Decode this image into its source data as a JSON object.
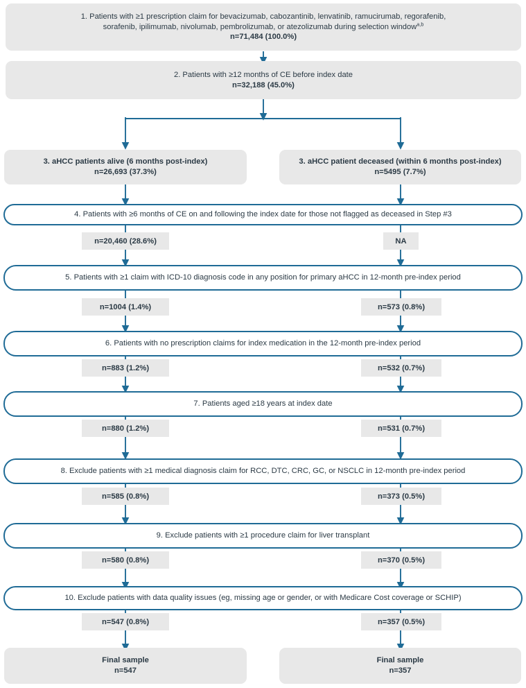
{
  "diagram": {
    "title": "Patient attrition flow diagram",
    "colors": {
      "box_fill_gray": "#e8e8e8",
      "box_border_blue": "#1f6b96",
      "arrow_blue": "#1f6b96",
      "text": "#2b3a45",
      "background": "#ffffff"
    }
  },
  "steps": {
    "step1": {
      "line1": "1. Patients with ≥1 prescription claim for bevacizumab, cabozantinib, lenvatinib, ramucirumab, regorafenib,",
      "line2": "sorafenib, ipilimumab, nivolumab, pembrolizumab, or atezolizumab during selection window",
      "superscript": "a,b",
      "count": "n=71,484 (100.0%)"
    },
    "step2": {
      "line1": "2. Patients with ≥12 months of CE before index date",
      "count": "n=32,188 (45.0%)"
    },
    "step3_alive": {
      "line1": "3. aHCC patients alive (6 months post-index)",
      "count": "n=26,693 (37.3%)"
    },
    "step3_deceased": {
      "line1": "3. aHCC patient deceased (within 6 months post-index)",
      "count": "n=5495 (7.7%)"
    },
    "step4": {
      "line1": "4. Patients with ≥6 months of CE on and following the index date for those not flagged as deceased in Step #3"
    },
    "step5": {
      "line1": "5. Patients with ≥1 claim with ICD-10 diagnosis code in any position for primary aHCC in 12-month pre-index period"
    },
    "step6": {
      "line1": "6. Patients with no prescription claims for index medication in the 12-month pre-index period"
    },
    "step7": {
      "line1": "7. Patients aged ≥18 years at index date"
    },
    "step8": {
      "line1": "8. Exclude patients with ≥1 medical diagnosis claim for RCC, DTC, CRC, GC, or NSCLC in 12-month pre-index period"
    },
    "step9": {
      "line1": "9. Exclude patients with ≥1 procedure claim for liver transplant"
    },
    "step10": {
      "line1": "10. Exclude patients with data quality issues (eg, missing age or gender, or with Medicare Cost coverage or SCHIP)"
    },
    "final_left": {
      "line1": "Final sample",
      "count": "n=547"
    },
    "final_right": {
      "line1": "Final sample",
      "count": "n=357"
    }
  },
  "chips": {
    "after4_left": "n=20,460 (28.6%)",
    "after4_right": "NA",
    "after5_left": "n=1004 (1.4%)",
    "after5_right": "n=573 (0.8%)",
    "after6_left": "n=883 (1.2%)",
    "after6_right": "n=532 (0.7%)",
    "after7_left": "n=880 (1.2%)",
    "after7_right": "n=531 (0.7%)",
    "after8_left": "n=585 (0.8%)",
    "after8_right": "n=373 (0.5%)",
    "after9_left": "n=580 (0.8%)",
    "after9_right": "n=370 (0.5%)",
    "after10_left": "n=547 (0.8%)",
    "after10_right": "n=357 (0.5%)"
  }
}
